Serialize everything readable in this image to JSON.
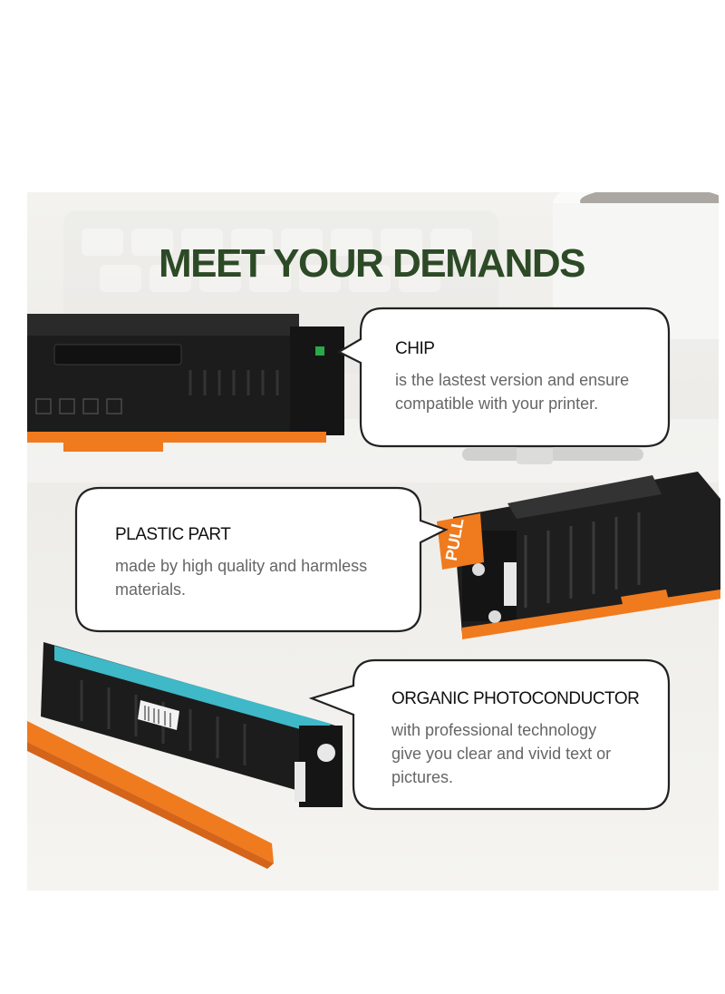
{
  "title": "MEET YOUR DEMANDS",
  "features": [
    {
      "heading": "CHIP",
      "lines": [
        "is the lastest version and ensure",
        "compatible with your printer."
      ]
    },
    {
      "heading": "PLASTIC PART",
      "lines": [
        "made by high quality and harmless",
        "materials."
      ]
    },
    {
      "heading": "ORGANIC PHOTOCONDUCTOR",
      "lines": [
        "with professional technology",
        "give you clear and vivid text or",
        "pictures."
      ]
    }
  ],
  "pull_tab_label": "PULL",
  "colors": {
    "title": "#2d4a26",
    "accent_orange": "#f07a1e",
    "cartridge_black": "#1c1c1c",
    "drum_cyan": "#3fb8c8"
  }
}
